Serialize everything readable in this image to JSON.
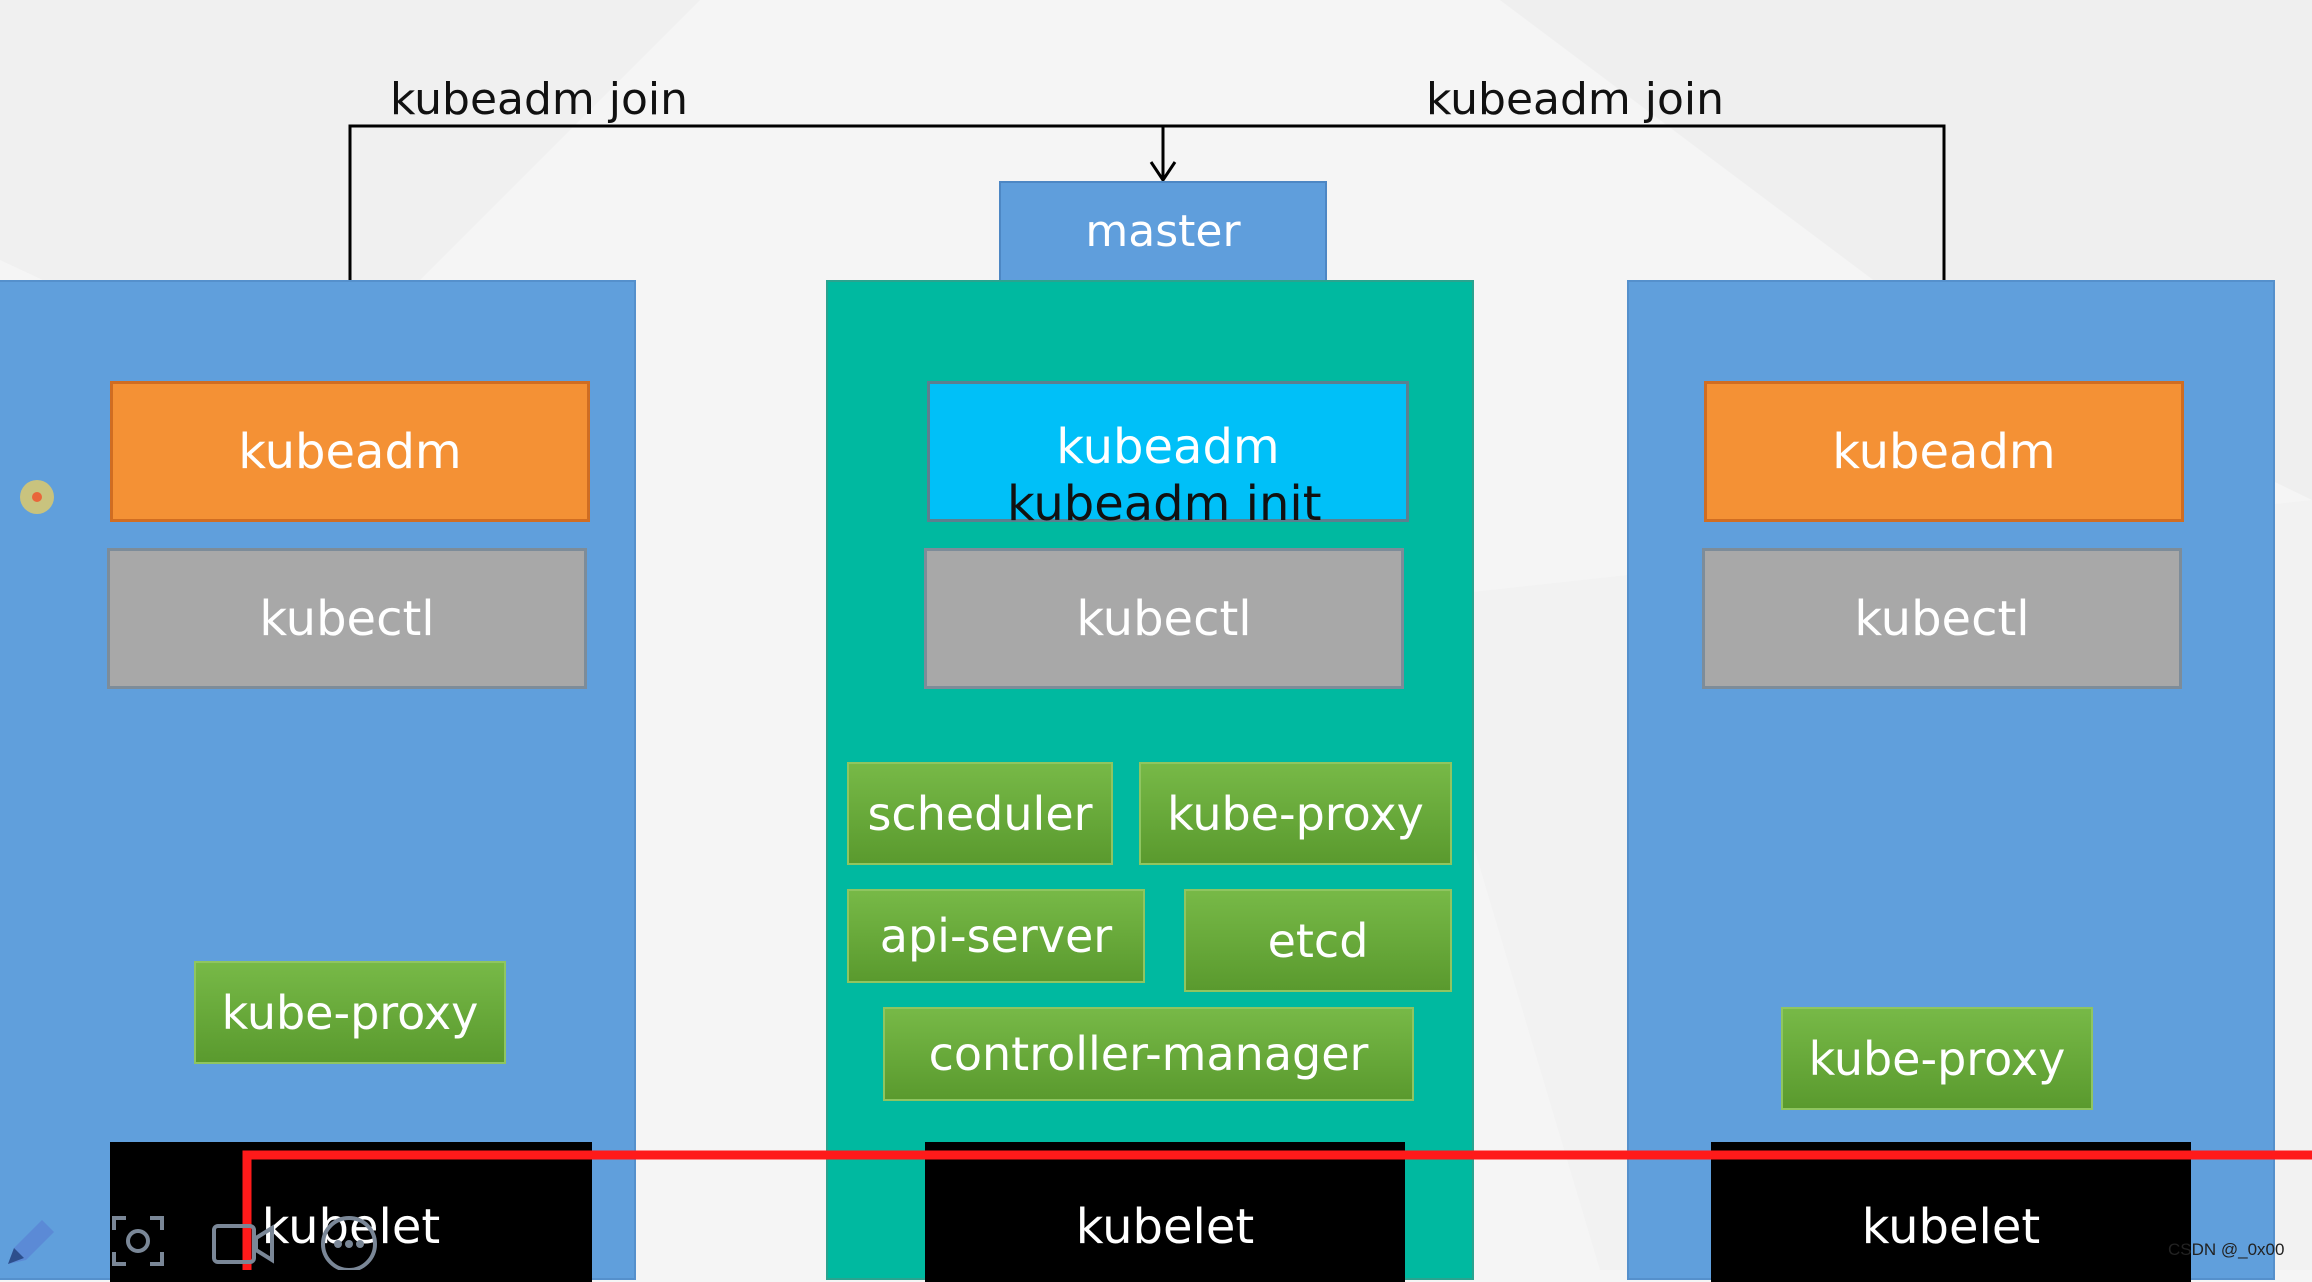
{
  "join": {
    "left_label": "kubeadm join",
    "right_label": "kubeadm join"
  },
  "master": {
    "tab_label": "master",
    "kubeadm": "kubeadm",
    "init_label": "kubeadm init",
    "kubectl": "kubectl",
    "components": {
      "scheduler": "scheduler",
      "kube_proxy": "kube-proxy",
      "api_server": "api-server",
      "etcd": "etcd",
      "controller_manager": "controller-manager"
    },
    "kubelet": "kubelet"
  },
  "node_left": {
    "kubeadm": "kubeadm",
    "kubectl": "kubectl",
    "kube_proxy": "kube-proxy",
    "kubelet": "kubelet"
  },
  "node_right": {
    "kubeadm": "kubeadm",
    "kubectl": "kubectl",
    "kube_proxy": "kube-proxy",
    "kubelet": "kubelet"
  },
  "watermark": "CSDN @_0x00",
  "toolbar": {
    "icons": [
      "pen-icon",
      "screenshot-icon",
      "camera-icon",
      "more-icon"
    ]
  },
  "colors": {
    "node": "#609fdc",
    "master_node": "#00b9a0",
    "kubeadm_worker": "#f49135",
    "kubeadm_master": "#00c0f8",
    "kubectl": "#a8a8a8",
    "component": "#6aab3b",
    "kubelet": "#000000",
    "red_line": "#ff1a1a"
  }
}
